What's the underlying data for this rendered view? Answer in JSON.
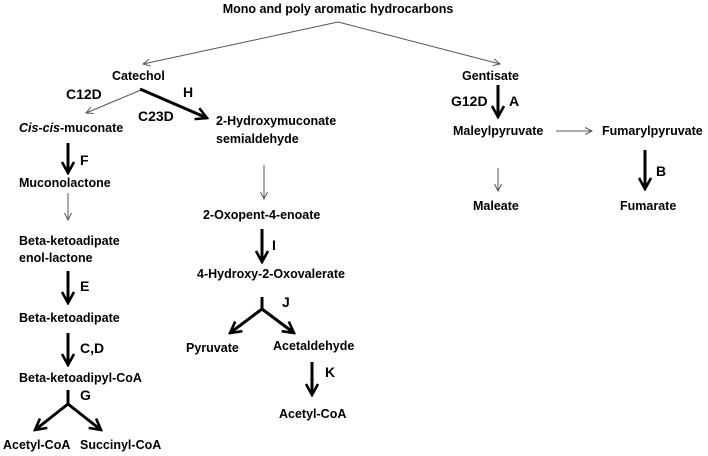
{
  "title": "Mono and poly aromatic hydrocarbons",
  "nodes": {
    "catechol": "Catechol",
    "gentisate": "Gentisate",
    "cis_cis_prefix": "Cis-cis",
    "cis_cis_suffix": "-muconate",
    "hms_line1": "2-Hydroxymuconate",
    "hms_line2": "semialdehyde",
    "maleylpyruvate": "Maleylpyruvate",
    "fumarylpyruvate": "Fumarylpyruvate",
    "muconolactone": "Muconolactone",
    "maleate": "Maleate",
    "fumarate": "Fumarate",
    "oxopentenoate": "2-Oxopent-4-enoate",
    "bkael_line1": "Beta-ketoadipate",
    "bkael_line2": "enol-lactone",
    "hydroxyoxovalerate": "4-Hydroxy-2-Oxovalerate",
    "beta_ketoadipate": "Beta-ketoadipate",
    "pyruvate": "Pyruvate",
    "acetaldehyde": "Acetaldehyde",
    "beta_ketoadipyl_coa": "Beta-ketoadipyl-CoA",
    "acetyl_coa_right": "Acetyl-CoA",
    "acetyl_coa_left": "Acetyl-CoA",
    "succinyl_coa": "Succinyl-CoA"
  },
  "enzymes": {
    "c12d": "C12D",
    "c23d": "C23D",
    "h": "H",
    "g12d": "G12D",
    "a": "A",
    "f": "F",
    "b": "B",
    "i": "I",
    "e": "E",
    "j": "J",
    "cd": "C,D",
    "k": "K",
    "g": "G"
  }
}
